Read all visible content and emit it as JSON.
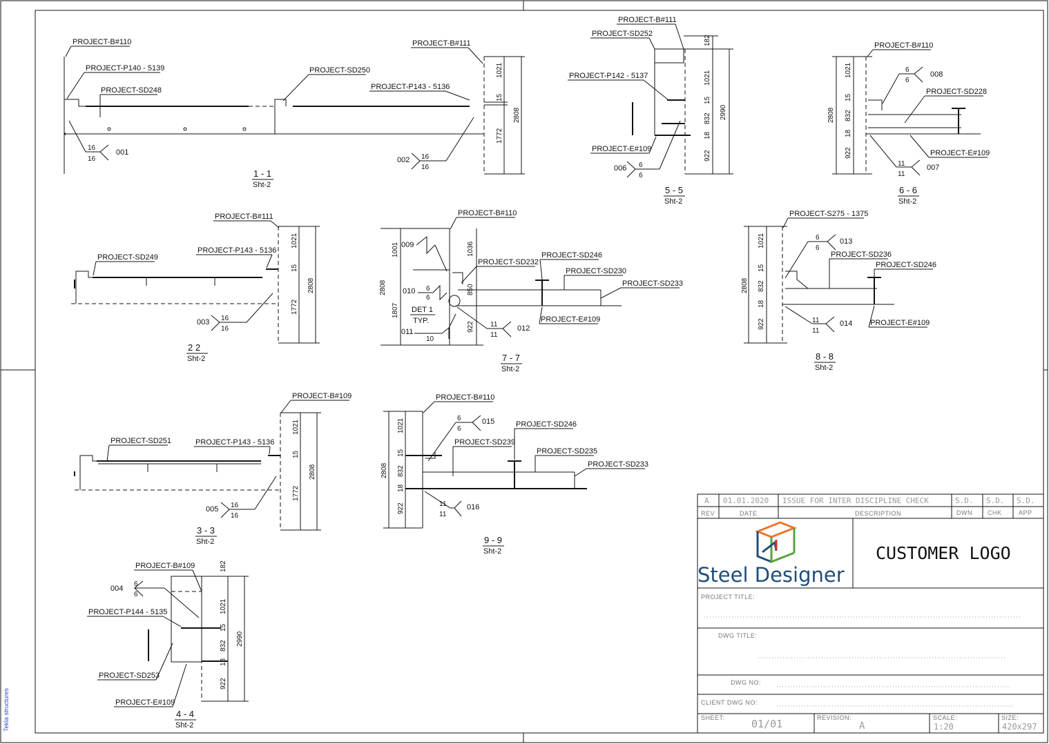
{
  "side_text": "Tekla structures",
  "sections": [
    {
      "id": "1-1",
      "title": "1 - 1",
      "sheet": "Sht-2"
    },
    {
      "id": "2-2",
      "title": "2  2",
      "sheet": "Sht-2"
    },
    {
      "id": "3-3",
      "title": "3 - 3",
      "sheet": "Sht-2"
    },
    {
      "id": "4-4",
      "title": "4 - 4",
      "sheet": "Sht-2"
    },
    {
      "id": "5-5",
      "title": "5 - 5",
      "sheet": "Sht-2"
    },
    {
      "id": "6-6",
      "title": "6 - 6",
      "sheet": "Sht-2"
    },
    {
      "id": "7-7",
      "title": "7 - 7",
      "sheet": "Sht-2"
    },
    {
      "id": "8-8",
      "title": "8 - 8",
      "sheet": "Sht-2"
    },
    {
      "id": "9-9",
      "title": "9 - 9",
      "sheet": "Sht-2"
    }
  ],
  "labels": {
    "s1": [
      "PROJECT-B#110",
      "PROJECT-P140 - 5139",
      "PROJECT-SD248",
      "PROJECT-SD250",
      "PROJECT-B#111",
      "PROJECT-P143 - 5136"
    ],
    "s2": [
      "PROJECT-B#111",
      "PROJECT-SD249",
      "PROJECT-P143 - 5136"
    ],
    "s3": [
      "PROJECT-B#109",
      "PROJECT-SD251",
      "PROJECT-P143 - 5136"
    ],
    "s4": [
      "PROJECT-B#109",
      "PROJECT-P144 - 5135",
      "PROJECT-SD253",
      "PROJECT-E#109"
    ],
    "s5": [
      "PROJECT-B#111",
      "PROJECT-SD252",
      "PROJECT-P142 - 5137",
      "PROJECT-E#109"
    ],
    "s6": [
      "PROJECT-B#110",
      "PROJECT-SD228",
      "PROJECT-E#109"
    ],
    "s7": [
      "PROJECT-B#110",
      "PROJECT-SD232",
      "PROJECT-SD246",
      "PROJECT-SD230",
      "PROJECT-SD233",
      "PROJECT-E#109"
    ],
    "s8": [
      "PROJECT-S275 - 1375",
      "PROJECT-SD236",
      "PROJECT-SD246",
      "PROJECT-E#109"
    ],
    "s9": [
      "PROJECT-B#110",
      "PROJECT-SD246",
      "PROJECT-SD239",
      "PROJECT-SD235",
      "PROJECT-SD233"
    ]
  },
  "welds": {
    "w001": {
      "top": "16",
      "bot": "16",
      "ref": "001"
    },
    "w002": {
      "top": "16",
      "bot": "16",
      "ref": "002"
    },
    "w003": {
      "top": "16",
      "bot": "16",
      "ref": "003"
    },
    "w004": {
      "top": "6",
      "bot": "6",
      "ref": "004"
    },
    "w005": {
      "top": "16",
      "bot": "16",
      "ref": "005"
    },
    "w006": {
      "top": "6",
      "bot": "6",
      "ref": "006"
    },
    "w007": {
      "top": "11",
      "bot": "11",
      "ref": "007"
    },
    "w008": {
      "top": "6",
      "bot": "6",
      "ref": "008"
    },
    "w009": {
      "ref": "009"
    },
    "w010": {
      "top": "6",
      "bot": "6",
      "ref": "010"
    },
    "w011": {
      "top": "",
      "bot": "10",
      "ref": "011"
    },
    "w012": {
      "top": "11",
      "bot": "11",
      "ref": "012"
    },
    "w013": {
      "top": "6",
      "bot": "6",
      "ref": "013"
    },
    "w014": {
      "top": "11",
      "bot": "11",
      "ref": "014"
    },
    "w015": {
      "top": "6",
      "bot": "6",
      "ref": "015"
    },
    "w016": {
      "top": "11",
      "bot": "11",
      "ref": "016"
    }
  },
  "dims": {
    "d182": "182",
    "d1021": "1021",
    "d15": "15",
    "d832": "832",
    "d18": "18",
    "d922": "922",
    "d1772": "1772",
    "d2808": "2808",
    "d2990": "2990",
    "d1001": "1001",
    "d1807": "1807",
    "d1036": "1036",
    "d850": "850"
  },
  "det": {
    "line1": "DET 1",
    "line2": "TYP."
  },
  "title_block": {
    "rev": "A",
    "date": "01.01.2020",
    "description": "ISSUE FOR INTER DISCIPLINE CHECK",
    "dwn": "S.D.",
    "chk": "S.D.",
    "app": "S.D.",
    "headers": {
      "rev": "REV",
      "date": "DATE",
      "description": "DESCRIPTION",
      "dwn": "DWN",
      "chk": "CHK",
      "app": "APP"
    },
    "logo_text": "Steel Designer",
    "customer_logo": "CUSTOMER LOGO",
    "project_title_label": "PROJECT TITLE:",
    "dwg_title_label": "DWG TITLE:",
    "dwg_no_label": "DWG NO:",
    "client_dwg_no_label": "CLIENT DWG NO:",
    "sheet_label": "SHEET:",
    "sheet_value": "01/01",
    "revision_label": "REVISION:",
    "revision_value": "A",
    "scale_label": "SCALE:",
    "scale_value": "1:20",
    "size_label": "SIZE:",
    "size_value": "420x297",
    "logo_colors": {
      "orange": "#e9772e",
      "green": "#5aa339",
      "blue": "#1f4e79",
      "red": "#d9302c"
    }
  }
}
